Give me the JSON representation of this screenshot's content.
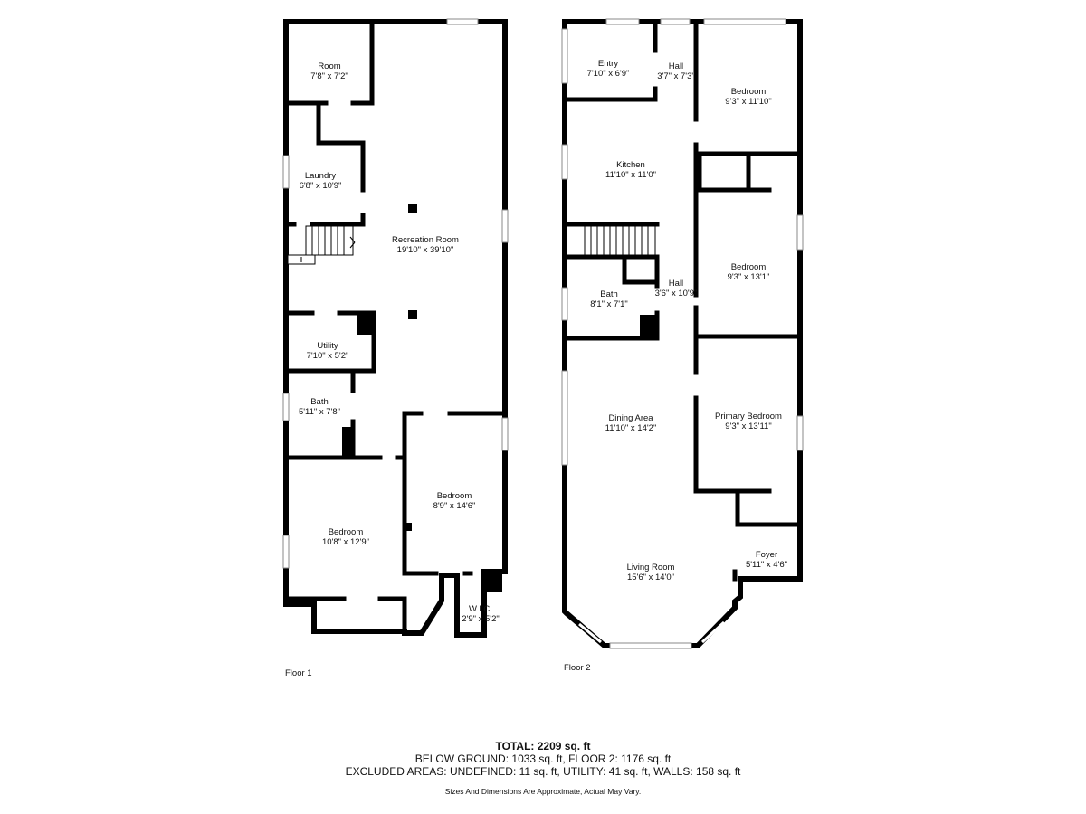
{
  "floors": [
    {
      "name": "Floor 1",
      "rooms": [
        {
          "id": "room",
          "name": "Room",
          "dim": "7'8\" x 7'2\""
        },
        {
          "id": "laundry",
          "name": "Laundry",
          "dim": "6'8\" x 10'9\""
        },
        {
          "id": "recreation-room",
          "name": "Recreation Room",
          "dim": "19'10\" x 39'10\""
        },
        {
          "id": "utility",
          "name": "Utility",
          "dim": "7'10\" x 5'2\""
        },
        {
          "id": "bath-1",
          "name": "Bath",
          "dim": "5'11\" x 7'8\""
        },
        {
          "id": "bedroom-f1a",
          "name": "Bedroom",
          "dim": "8'9\" x 14'6\""
        },
        {
          "id": "bedroom-f1b",
          "name": "Bedroom",
          "dim": "10'8\" x 12'9\""
        },
        {
          "id": "wic",
          "name": "W.I.C.",
          "dim": "2'9\" x 5'2\""
        }
      ]
    },
    {
      "name": "Floor 2",
      "rooms": [
        {
          "id": "entry",
          "name": "Entry",
          "dim": "7'10\" x 6'9\""
        },
        {
          "id": "hall-a",
          "name": "Hall",
          "dim": "3'7\" x 7'3\""
        },
        {
          "id": "bedroom-f2a",
          "name": "Bedroom",
          "dim": "9'3\" x 11'10\""
        },
        {
          "id": "kitchen",
          "name": "Kitchen",
          "dim": "11'10\" x 11'0\""
        },
        {
          "id": "bedroom-f2b",
          "name": "Bedroom",
          "dim": "9'3\" x 13'1\""
        },
        {
          "id": "hall-b",
          "name": "Hall",
          "dim": "3'6\" x 10'9\""
        },
        {
          "id": "bath-2",
          "name": "Bath",
          "dim": "8'1\" x 7'1\""
        },
        {
          "id": "primary-bedroom",
          "name": "Primary Bedroom",
          "dim": "9'3\" x 13'11\""
        },
        {
          "id": "dining-area",
          "name": "Dining Area",
          "dim": "11'10\" x 14'2\""
        },
        {
          "id": "foyer",
          "name": "Foyer",
          "dim": "5'11\" x 4'6\""
        },
        {
          "id": "living-room",
          "name": "Living Room",
          "dim": "15'6\" x 14'0\""
        }
      ]
    }
  ],
  "totals": {
    "total": "TOTAL: 2209 sq. ft",
    "breakdown": "BELOW GROUND: 1033 sq. ft, FLOOR 2: 1176 sq. ft",
    "excluded": "EXCLUDED AREAS: UNDEFINED: 11 sq. ft, UTILITY: 41 sq. ft, WALLS: 158 sq. ft"
  },
  "disclaimer": "Sizes And Dimensions Are Approximate, Actual May Vary."
}
